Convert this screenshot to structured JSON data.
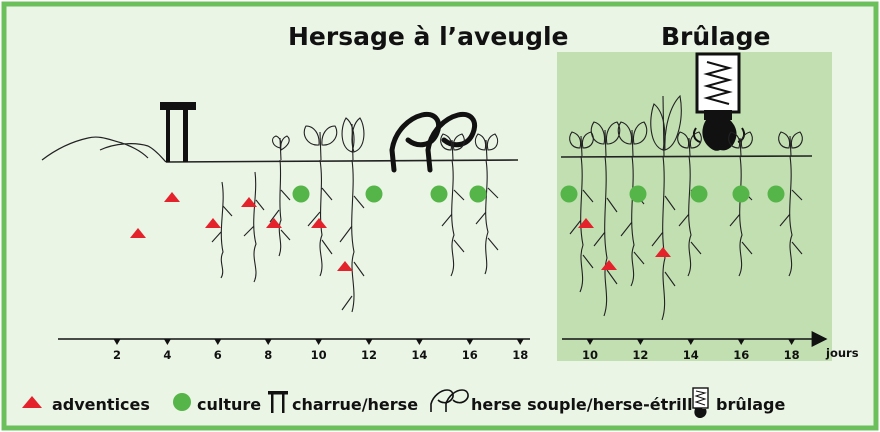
{
  "titles": {
    "left": "Hersage à l’aveugle",
    "right": "Brûlage"
  },
  "axis": {
    "left_ticks": [
      "2",
      "4",
      "6",
      "8",
      "10",
      "12",
      "14",
      "16",
      "18"
    ],
    "right_ticks": [
      "10",
      "12",
      "14",
      "16",
      "18"
    ],
    "unit_label": "jours"
  },
  "legend": [
    {
      "label": "adventices",
      "icon": "triangle-icon",
      "color": "#e3222b"
    },
    {
      "label": "culture",
      "icon": "circle-icon",
      "color": "#55b548"
    },
    {
      "label": "charrue/herse",
      "icon": "harrow-icon",
      "color": "#111111"
    },
    {
      "label": "herse souple/herse-étrille",
      "icon": "tine-harrow-icon",
      "color": "#111111"
    },
    {
      "label": "brûlage",
      "icon": "burner-icon",
      "color": "#111111"
    }
  ],
  "colors": {
    "border": "#6cc05c",
    "background": "#eaf5e6",
    "panel": "#c2dfb2",
    "weed": "#e3222b",
    "crop": "#55b548"
  }
}
